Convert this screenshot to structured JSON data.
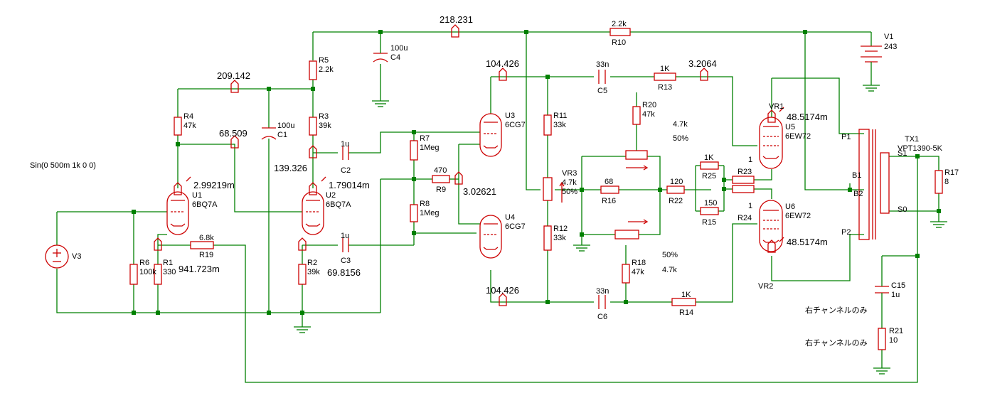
{
  "sine_source": "Sin(0 500m 1k 0 0)",
  "node_voltages": {
    "v_218": "218.231",
    "v_209": "209.142",
    "v_68": "68.509",
    "v_139": "139.326",
    "v_2_99": "2.99219m",
    "v_1_79": "1.79014m",
    "v_941": "941.723m",
    "v_69": "69.8156",
    "v_104_top": "104.426",
    "v_104_bot": "104.426",
    "v_3_02": "3.02621",
    "v_3_20": "3.2064",
    "v_48_top": "48.5174m",
    "v_48_bot": "48.5174m"
  },
  "components": {
    "R1": {
      "name": "R1",
      "value": "330"
    },
    "R2": {
      "name": "R2",
      "value": "39k"
    },
    "R3": {
      "name": "R3",
      "value": "39k"
    },
    "R4": {
      "name": "R4",
      "value": "47k"
    },
    "R5": {
      "name": "R5",
      "value": "2.2k"
    },
    "R6": {
      "name": "R6",
      "value": "100k"
    },
    "R7": {
      "name": "R7",
      "value": "1Meg"
    },
    "R8": {
      "name": "R8",
      "value": "1Meg"
    },
    "R9": {
      "name": "R9",
      "value": "470"
    },
    "R10": {
      "name": "R10",
      "value": "2.2k"
    },
    "R11": {
      "name": "R11",
      "value": "33k"
    },
    "R12": {
      "name": "R12",
      "value": "33k"
    },
    "R13": {
      "name": "R13",
      "value": "1K"
    },
    "R14": {
      "name": "R14",
      "value": "1K"
    },
    "R15": {
      "name": "R15",
      "value": "150"
    },
    "R16": {
      "name": "R16",
      "value": "68"
    },
    "R17": {
      "name": "R17",
      "value": "8"
    },
    "R18": {
      "name": "R18",
      "value": "47k"
    },
    "R19": {
      "name": "R19",
      "value": "6.8k"
    },
    "R20": {
      "name": "R20",
      "value": "47k"
    },
    "R21": {
      "name": "R21",
      "value": "10"
    },
    "R22": {
      "name": "R22",
      "value": "120"
    },
    "R23": {
      "name": "R23",
      "value": "1"
    },
    "R24": {
      "name": "R24",
      "value": "1"
    },
    "R25": {
      "name": "R25",
      "value": "1K"
    },
    "C1": {
      "name": "C1",
      "value": "100u"
    },
    "C2": {
      "name": "C2",
      "value": "1u"
    },
    "C3": {
      "name": "C3",
      "value": "1u"
    },
    "C4": {
      "name": "C4",
      "value": "100u"
    },
    "C5": {
      "name": "C5",
      "value": "33n"
    },
    "C6": {
      "name": "C6",
      "value": "33n"
    },
    "C15": {
      "name": "C15",
      "value": "1u"
    },
    "V1": {
      "name": "V1",
      "value": "243"
    },
    "V3": {
      "name": "V3"
    },
    "VR1": {
      "name": "VR1",
      "value": "4.7k",
      "pct": "50%"
    },
    "VR2": {
      "name": "VR2",
      "value": "4.7k",
      "pct": "50%"
    },
    "VR3": {
      "name": "VR3",
      "value": "4.7k",
      "pct": "50%"
    },
    "U1": {
      "name": "U1",
      "type": "6BQ7A"
    },
    "U2": {
      "name": "U2",
      "type": "6BQ7A"
    },
    "U3": {
      "name": "U3",
      "type": "6CG7"
    },
    "U4": {
      "name": "U4",
      "type": "6CG7"
    },
    "U5": {
      "name": "U5",
      "type": "6EW72"
    },
    "U6": {
      "name": "U6",
      "type": "6EW72"
    },
    "TX1": {
      "name": "TX1",
      "type": "VPT1390-5K",
      "pins": {
        "P1": "P1",
        "P2": "P2",
        "B1": "B1",
        "B2": "B2",
        "S1": "S1",
        "S0": "S0"
      }
    }
  },
  "notes": {
    "right_channel_only_1": "右チャンネルのみ",
    "right_channel_only_2": "右チャンネルのみ"
  },
  "colors": {
    "wire": "#008000",
    "component": "#cc0000",
    "text": "#000000"
  }
}
